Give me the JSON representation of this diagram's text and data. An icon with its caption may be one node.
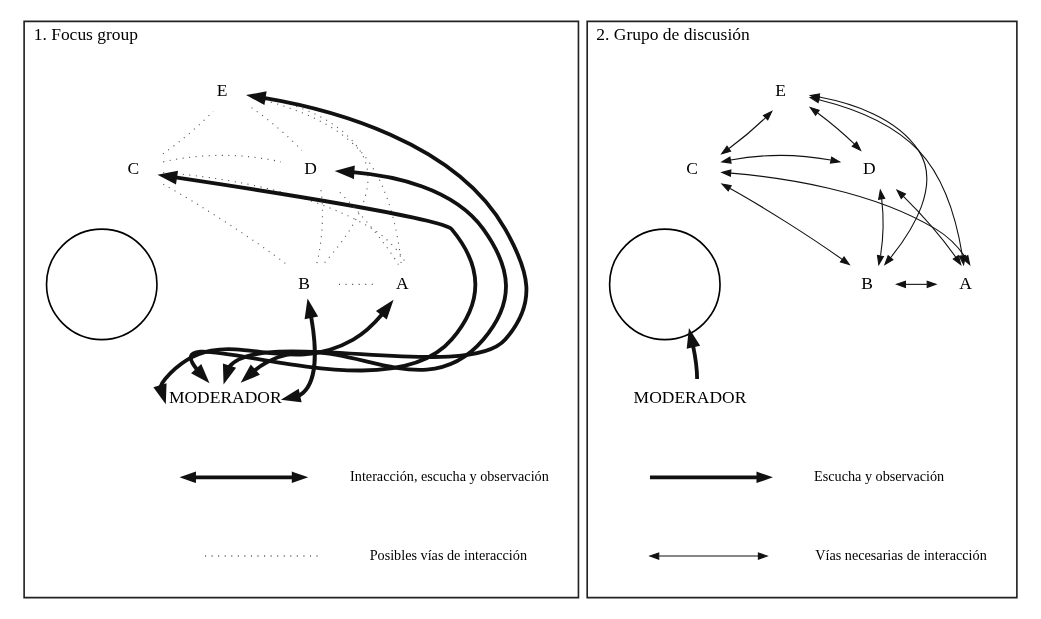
{
  "diagram": {
    "nodes": [
      {
        "text": [
          "1. Focus group"
        ]
      },
      {
        "text": [
          "E"
        ],
        "in": 0
      },
      {
        "text": [
          "C"
        ],
        "in": 0
      },
      {
        "text": [
          "D"
        ],
        "in": 0
      },
      {
        "text": [
          "A"
        ],
        "in": 0
      },
      {
        "text": [
          "B"
        ],
        "in": 0
      },
      {
        "text": [],
        "shape": "circle",
        "in": 0
      },
      {
        "text": [
          "MODERADOR"
        ],
        "in": 0
      },
      {
        "text": [
          "2. Grupo de discusión"
        ]
      },
      {
        "text": [
          "E"
        ],
        "in": 8
      },
      {
        "text": [
          "C"
        ],
        "in": 8
      },
      {
        "text": [
          "D"
        ],
        "in": 8
      },
      {
        "text": [
          "A"
        ],
        "in": 8
      },
      {
        "text": [
          "B"
        ],
        "in": 8
      },
      {
        "text": [],
        "shape": "circle",
        "in": 8
      },
      {
        "text": [
          "MODERADOR"
        ],
        "in": 8
      }
    ],
    "edges": [
      {
        "from": 2,
        "to": 1,
        "arrow": "none",
        "style": "dashed"
      },
      {
        "from": 1,
        "to": 3,
        "arrow": "none",
        "style": "dashed"
      },
      {
        "from": 2,
        "to": 3,
        "arrow": "none",
        "style": "dashed"
      },
      {
        "from": 2,
        "to": 4,
        "arrow": "none",
        "style": "dashed"
      },
      {
        "from": 3,
        "to": 5,
        "arrow": "none",
        "style": "dashed"
      },
      {
        "from": 4,
        "to": 5,
        "arrow": "none",
        "style": "dashed"
      },
      {
        "from": 2,
        "to": 5,
        "arrow": "none",
        "style": "dashed"
      },
      {
        "from": 4,
        "to": 3,
        "arrow": "none",
        "style": "dashed"
      },
      {
        "from": 1,
        "to": 4,
        "arrow": "none",
        "style": "dashed"
      },
      {
        "from": 1,
        "to": 5,
        "arrow": "none",
        "style": "dashed"
      },
      {
        "from": 4,
        "to": 7,
        "arrow": "both",
        "style": "thick"
      },
      {
        "from": 2,
        "to": 7,
        "arrow": "both",
        "style": "thick"
      },
      {
        "from": 1,
        "to": 7,
        "arrow": "both",
        "style": "thick"
      },
      {
        "from": 3,
        "to": 7,
        "arrow": "both",
        "style": "thick"
      },
      {
        "from": 5,
        "to": 7,
        "arrow": "both",
        "style": "thick"
      },
      {
        "from": 10,
        "to": 9,
        "arrow": "both"
      },
      {
        "from": 9,
        "to": 11,
        "arrow": "both"
      },
      {
        "from": 10,
        "to": 11,
        "arrow": "both"
      },
      {
        "from": 10,
        "to": 12,
        "arrow": "both"
      },
      {
        "from": 11,
        "to": 13,
        "arrow": "both"
      },
      {
        "from": 9,
        "to": 12,
        "arrow": "both"
      },
      {
        "from": 9,
        "to": 13,
        "arrow": "both"
      },
      {
        "from": 10,
        "to": 13,
        "arrow": "both"
      },
      {
        "from": 12,
        "to": 11,
        "arrow": "both"
      },
      {
        "from": 12,
        "to": 13,
        "arrow": "both"
      },
      {
        "from": 15,
        "to": 14,
        "arrow": "to",
        "style": "thick"
      }
    ],
    "legend": [
      {
        "text": "Interacción, escucha y observación"
      },
      {
        "text": "Posibles vías de interacción"
      },
      {
        "text": "Escucha y observación"
      },
      {
        "text": "Vías necesarias de interacción"
      }
    ]
  }
}
